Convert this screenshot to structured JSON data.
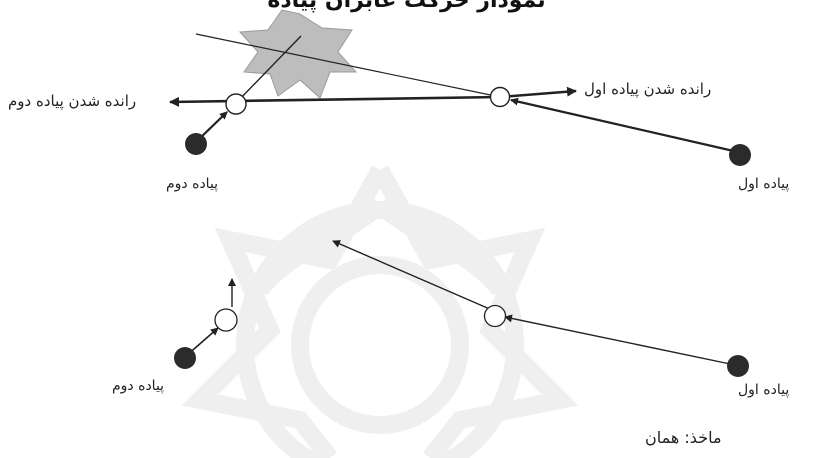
{
  "header": {
    "title": "ﻧﻤﻮدار ﺣﺮﮐﺖ ﻋﺎﺑﺮان ﭘﯿﺎده"
  },
  "top_scene": {
    "driven_second_label": "رانده شدن پیاده دوم",
    "driven_first_label": "رانده شدن پیاده اول",
    "second_label": "پیاده دوم",
    "first_label": "پیاده اول"
  },
  "bottom_scene": {
    "second_label": "پیاده دوم",
    "first_label": "پیاده اول"
  },
  "source": {
    "text": "ماخذ: همان"
  },
  "colors": {
    "pedestrian_dot": "#2b2b2b",
    "impact_star": "#bdbdbd",
    "watermark": "#efefef",
    "line": "#222222"
  }
}
